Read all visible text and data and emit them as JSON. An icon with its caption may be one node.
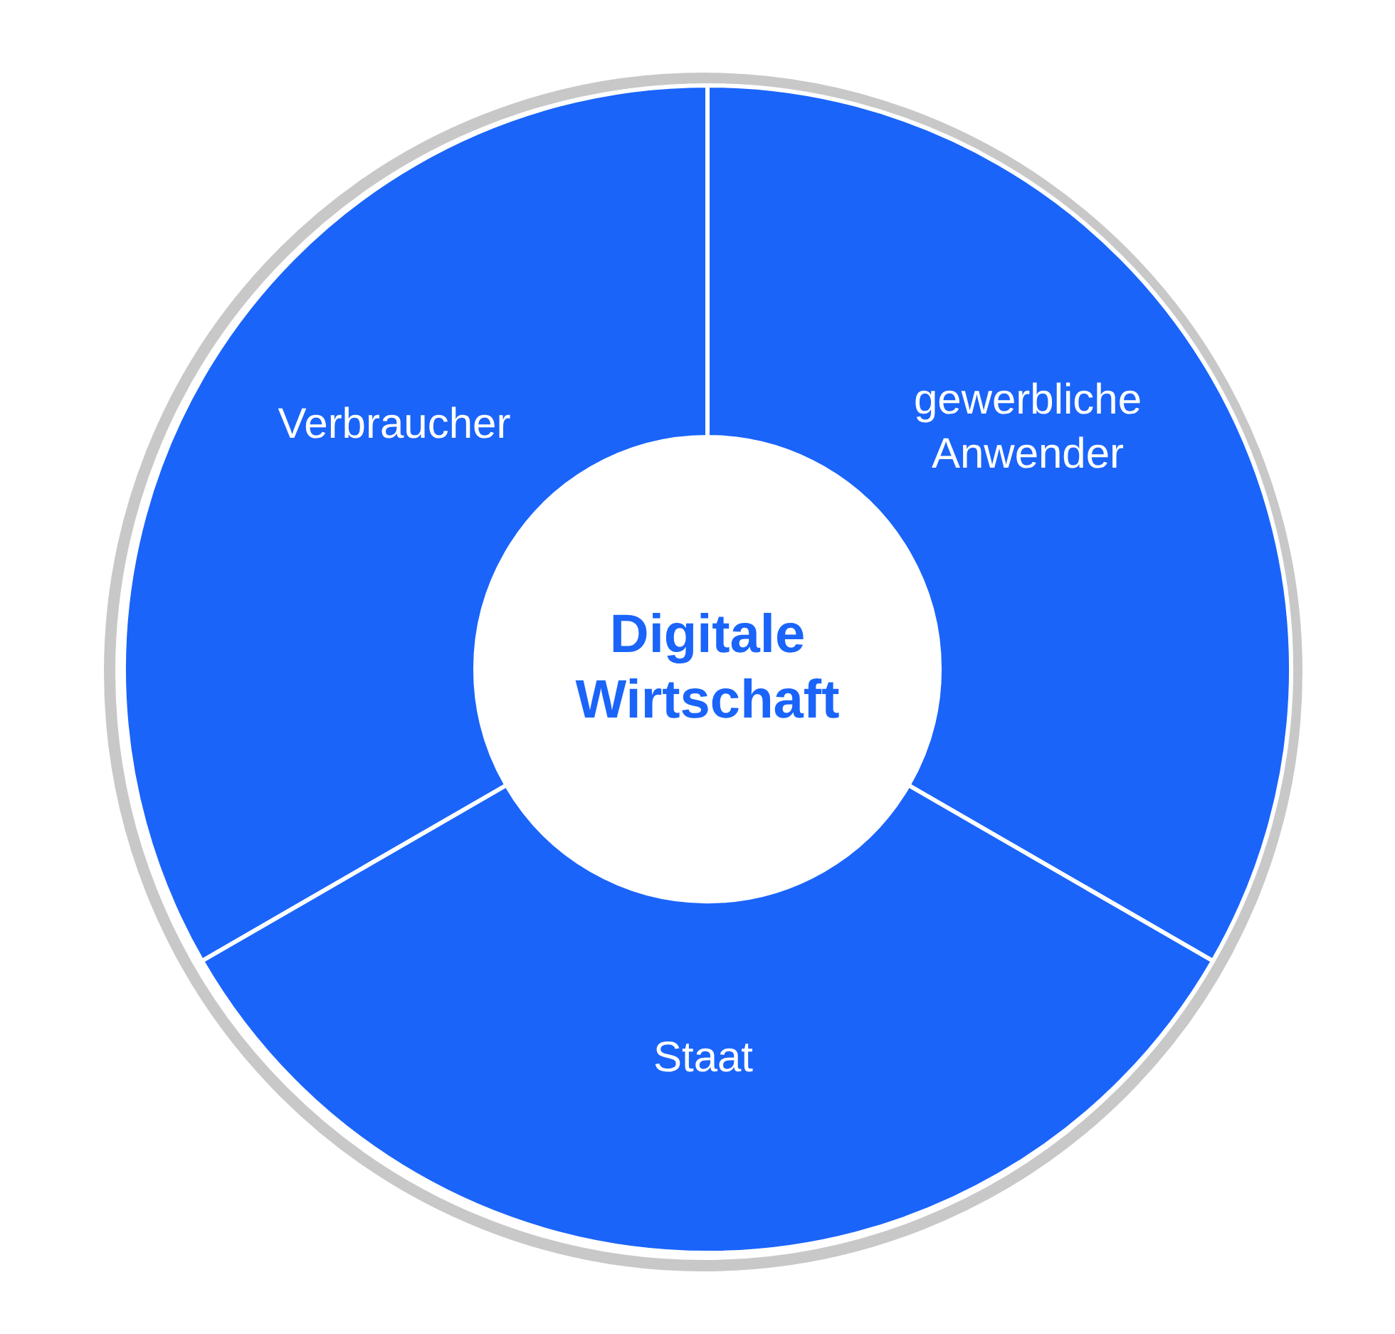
{
  "diagram": {
    "nodes": [
      {
        "text": [
          "Verbraucher"
        ]
      },
      {
        "text": [
          "gewerbliche Anwender"
        ]
      },
      {
        "text": [
          "Staat"
        ]
      },
      {
        "text": [
          "Digitale Wirtschaft"
        ]
      }
    ]
  }
}
